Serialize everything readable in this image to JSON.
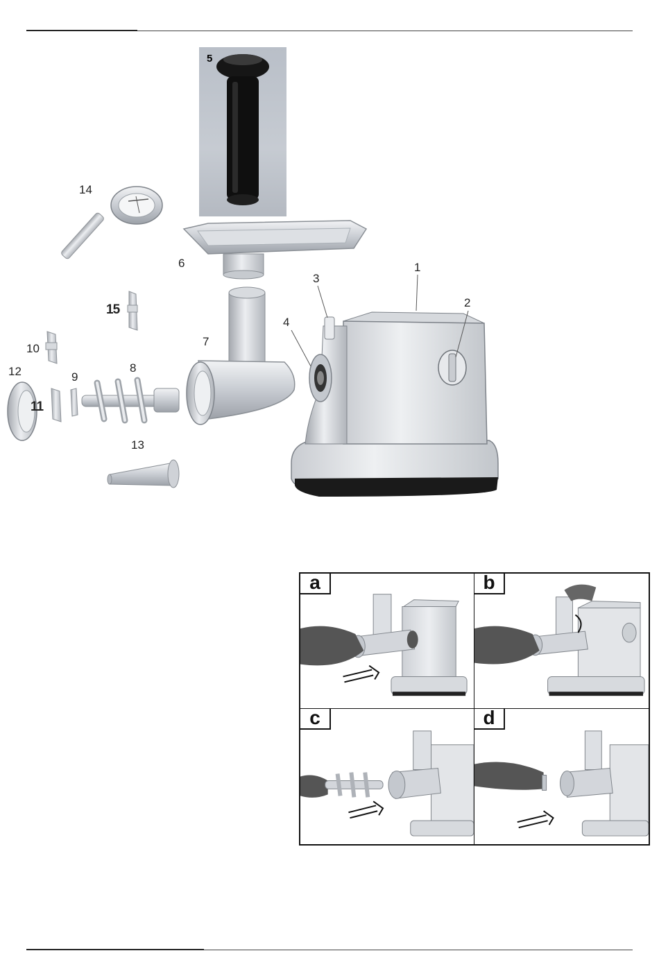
{
  "diagram": {
    "part_labels": {
      "p1": "1",
      "p2": "2",
      "p3": "3",
      "p4": "4",
      "p5": "5",
      "p6": "6",
      "p7": "7",
      "p8": "8",
      "p9": "9",
      "p10": "10",
      "p11": "11",
      "p12": "12",
      "p13": "13",
      "p14": "14",
      "p15": "15"
    }
  },
  "steps": [
    {
      "letter": "a"
    },
    {
      "letter": "b"
    },
    {
      "letter": "c"
    },
    {
      "letter": "d"
    }
  ],
  "colors": {
    "metal_light": "#e4e6ea",
    "metal_mid": "#b9bdc3",
    "metal_dark": "#8c9097",
    "black_part": "#111111",
    "photo_bg": "#bfc4cb"
  }
}
